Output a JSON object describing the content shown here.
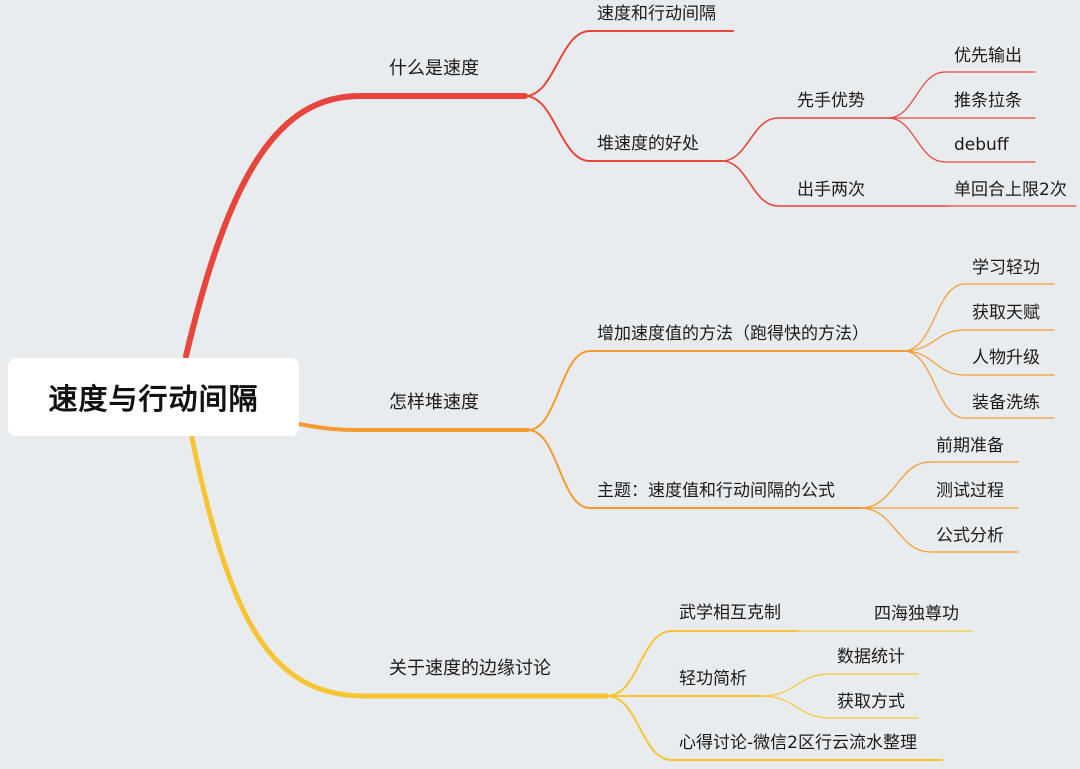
{
  "root": {
    "label": "速度与行动间隔"
  },
  "colors": {
    "red": "#e8453c",
    "orange": "#f59a2f",
    "yellow": "#f7c533"
  },
  "branches": {
    "speed": {
      "label": "什么是速度",
      "interval": "速度和行动间隔",
      "benefits": {
        "label": "堆速度的好处",
        "first_strike": {
          "label": "先手优势",
          "items": [
            "优先输出",
            "推条拉条",
            "debuff"
          ]
        },
        "double_move": {
          "label": "出手两次",
          "items": [
            "单回合上限2次"
          ]
        }
      }
    },
    "stacking": {
      "label": "怎样堆速度",
      "methods": {
        "label": "增加速度值的方法（跑得快的方法）",
        "items": [
          "学习轻功",
          "获取天赋",
          "人物升级",
          "装备洗练"
        ]
      },
      "formula": {
        "label": "主题：速度值和行动间隔的公式",
        "items": [
          "前期准备",
          "测试过程",
          "公式分析"
        ]
      }
    },
    "edge": {
      "label": "关于速度的边缘讨论",
      "counter": {
        "label": "武学相互克制",
        "items": [
          "四海独尊功"
        ]
      },
      "qinggong": {
        "label": "轻功简析",
        "items": [
          "数据统计",
          "获取方式"
        ]
      },
      "notes": {
        "label": "心得讨论-微信2区行云流水整理"
      }
    }
  }
}
